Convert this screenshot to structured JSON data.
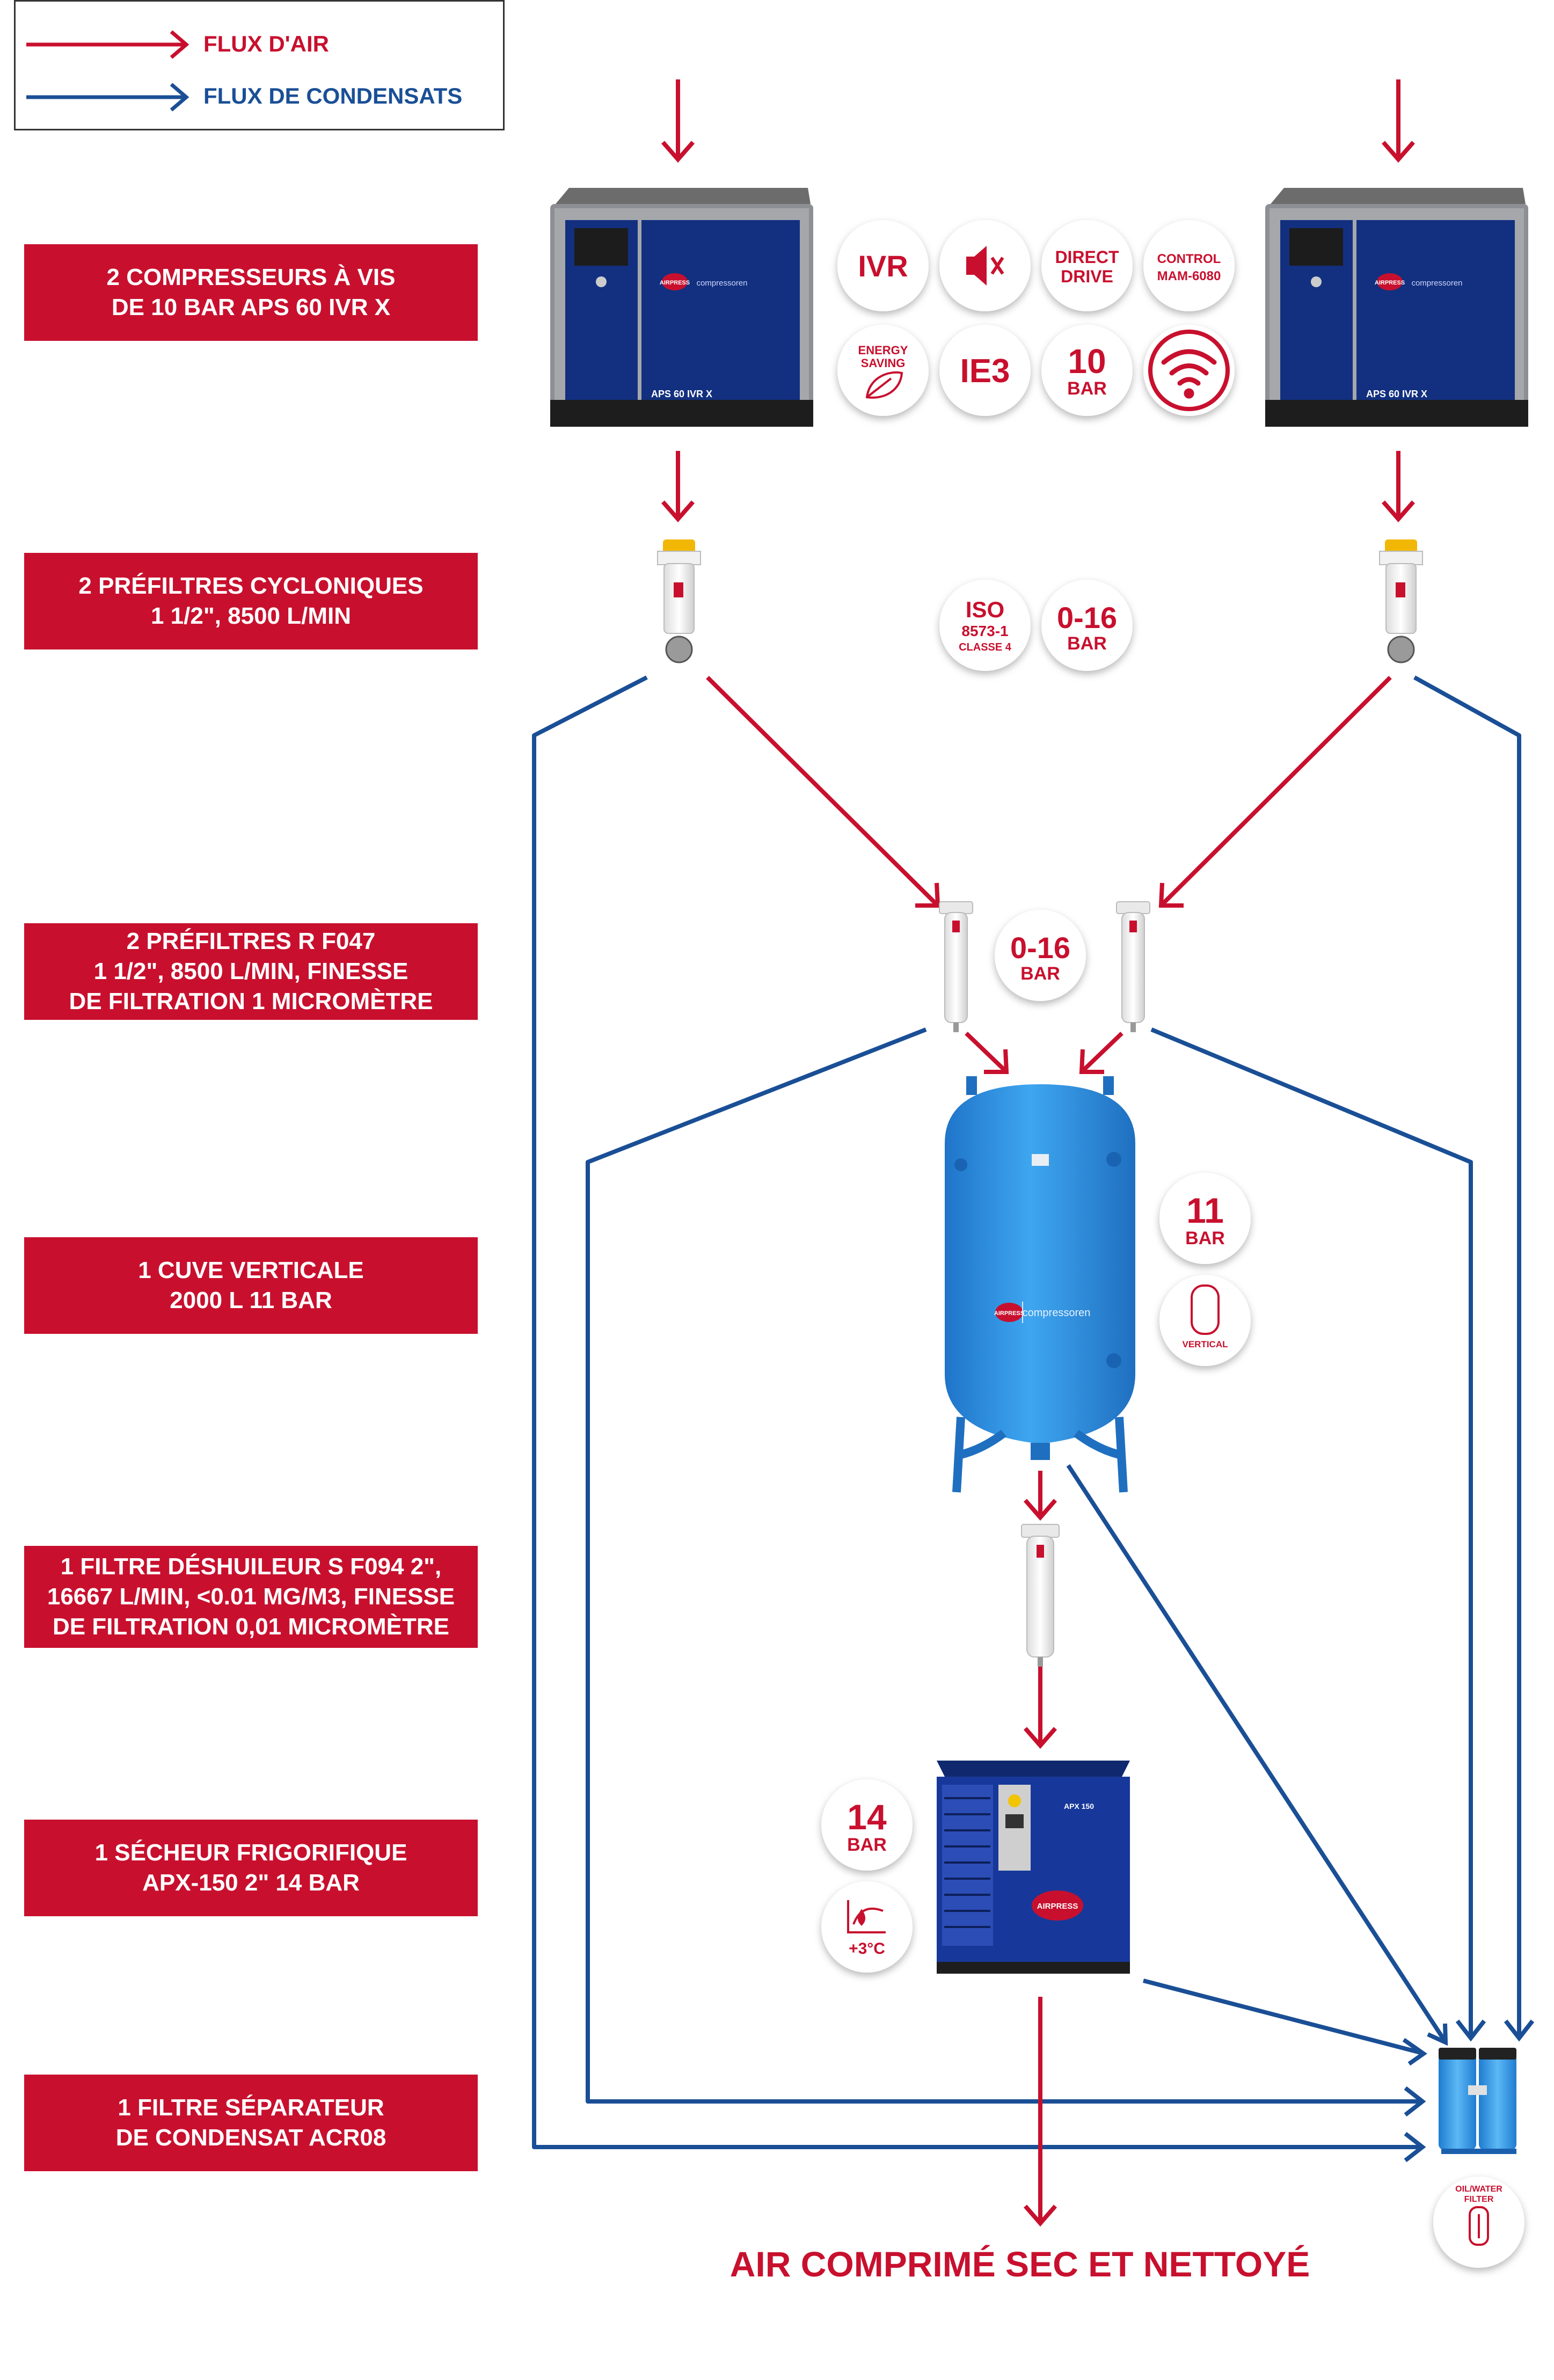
{
  "legend": {
    "air_flow": "FLUX D'AIR",
    "condensate_flow": "FLUX DE CONDENSATS"
  },
  "steps": [
    {
      "lines": [
        "2 COMPRESSEURS À VIS",
        "DE 10 BAR APS 60 IVR X"
      ]
    },
    {
      "lines": [
        "2 PRÉFILTRES CYCLONIQUES",
        "1 1/2\", 8500 L/MIN"
      ]
    },
    {
      "lines": [
        "2 PRÉFILTRES R F047",
        "1 1/2\", 8500 L/MIN, FINESSE",
        "DE FILTRATION 1 MICROMÈTRE"
      ]
    },
    {
      "lines": [
        "1 CUVE VERTICALE",
        "2000 L 11 BAR"
      ]
    },
    {
      "lines": [
        "1 FILTRE DÉSHUILEUR S F094 2\",",
        "16667 L/MIN, <0.01 MG/M3, FINESSE",
        "DE FILTRATION 0,01 MICROMÈTRE"
      ]
    },
    {
      "lines": [
        "1 SÉCHEUR FRIGORIFIQUE",
        "APX-150 2\" 14 BAR"
      ]
    },
    {
      "lines": [
        "1 FILTRE SÉPARATEUR",
        "DE CONDENSAT ACR08"
      ]
    }
  ],
  "compressor": {
    "model": "APS 60 IVR X",
    "brand": "AIRPRESS",
    "sub": "compressoren"
  },
  "compressor_badges": {
    "ivr": "IVR",
    "direct_1": "DIRECT",
    "direct_2": "DRIVE",
    "control_1": "CONTROL",
    "control_2": "MAM-6080",
    "energy_1": "ENERGY",
    "energy_2": "SAVING",
    "ie3": "IE3",
    "bar_value": "10",
    "bar_unit": "BAR"
  },
  "prefilter_badges": {
    "iso_1": "ISO",
    "iso_2": "8573-1",
    "iso_3": "CLASSE 4",
    "range": "0-16",
    "range_unit": "BAR"
  },
  "filter_badge": {
    "range": "0-16",
    "unit": "BAR"
  },
  "tank_badges": {
    "pressure": "11",
    "unit": "BAR",
    "orientation": "VERTICAL"
  },
  "tank": {
    "brand": "AIRPRESS",
    "sub": "compressoren"
  },
  "dryer": {
    "model": "APX 150",
    "brand": "AIRPRESS"
  },
  "dryer_badges": {
    "pressure": "14",
    "unit": "BAR",
    "temp": "+3°C"
  },
  "separator_badge": {
    "line_1": "OIL/WATER",
    "line_2": "FILTER"
  },
  "footer": "AIR COMPRIMÉ SEC ET NETTOYÉ",
  "colors": {
    "air": "#c8102e",
    "condensate": "#1a4f96",
    "label_bg": "#c8102e",
    "tank": "#2a8fe0"
  }
}
